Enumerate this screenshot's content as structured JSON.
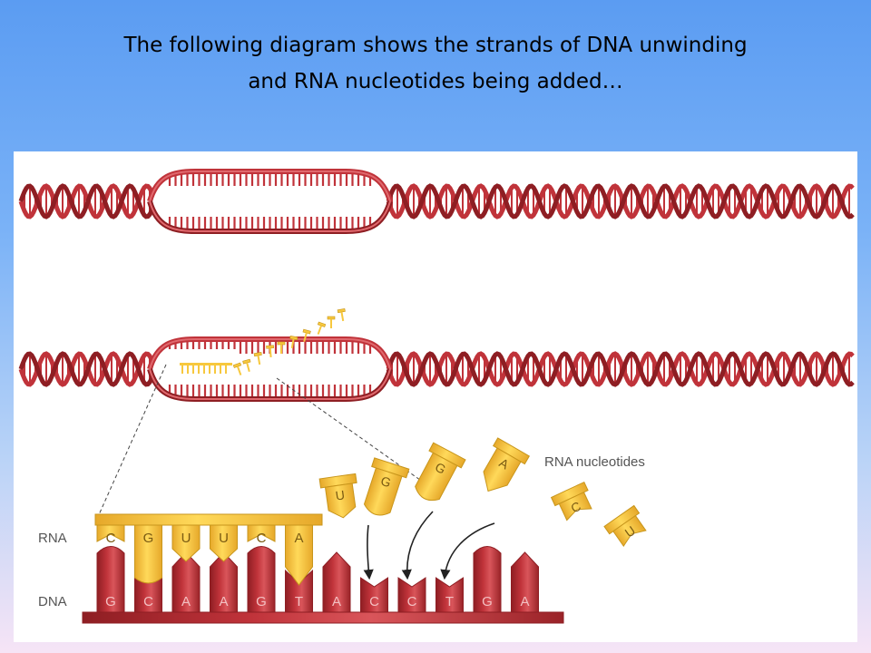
{
  "slide": {
    "title_line1": "The following diagram shows the strands of DNA unwinding",
    "title_line2": "and RNA nucleotides being added…"
  },
  "diagram": {
    "nucleotides_label": "RNA  nucleotides",
    "rna_label": "RNA",
    "dna_label": "DNA",
    "rna_bases": [
      "C",
      "G",
      "U",
      "U",
      "C",
      "A"
    ],
    "dna_bases": [
      "G",
      "C",
      "A",
      "A",
      "G",
      "T",
      "A",
      "C",
      "C",
      "T",
      "G",
      "A"
    ],
    "free_nucleotides": [
      "U",
      "G",
      "G",
      "A",
      "C",
      "U"
    ],
    "colors": {
      "dna": "#c0333a",
      "dna_dark": "#8e1e23",
      "rna": "#f7c83e",
      "rna_dark": "#c8961c",
      "label": "#555555"
    }
  }
}
